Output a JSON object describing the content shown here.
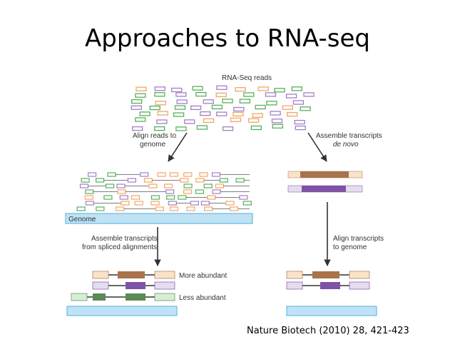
{
  "slide": {
    "title": "Approaches to RNA-seq",
    "citation": "Nature Biotech (2010) 28, 421-423"
  },
  "diagram": {
    "reads_label": "RNA-Seq reads",
    "align_to_genome": [
      "Align reads to",
      "genome"
    ],
    "assemble_de_novo": [
      "Assemble transcripts",
      "de novo"
    ],
    "genome_label": "Genome",
    "assemble_from_alignments": [
      "Assemble transcripts",
      "from spliced alignments"
    ],
    "align_transcripts": [
      "Align transcripts",
      "to genome"
    ],
    "more_abundant": "More abundant",
    "less_abundant": "Less abundant"
  },
  "colors": {
    "orange": "#f2a567",
    "purple": "#a57fc6",
    "green": "#58b05d",
    "peach": "#fbe3c8",
    "lavender": "#e6dcf0",
    "brown": "#a9734b",
    "dark_purple": "#7e52a5",
    "dark_green": "#5b8a55",
    "genome_fill": "#bfe3f5",
    "genome_stroke": "#4fb2e0"
  }
}
